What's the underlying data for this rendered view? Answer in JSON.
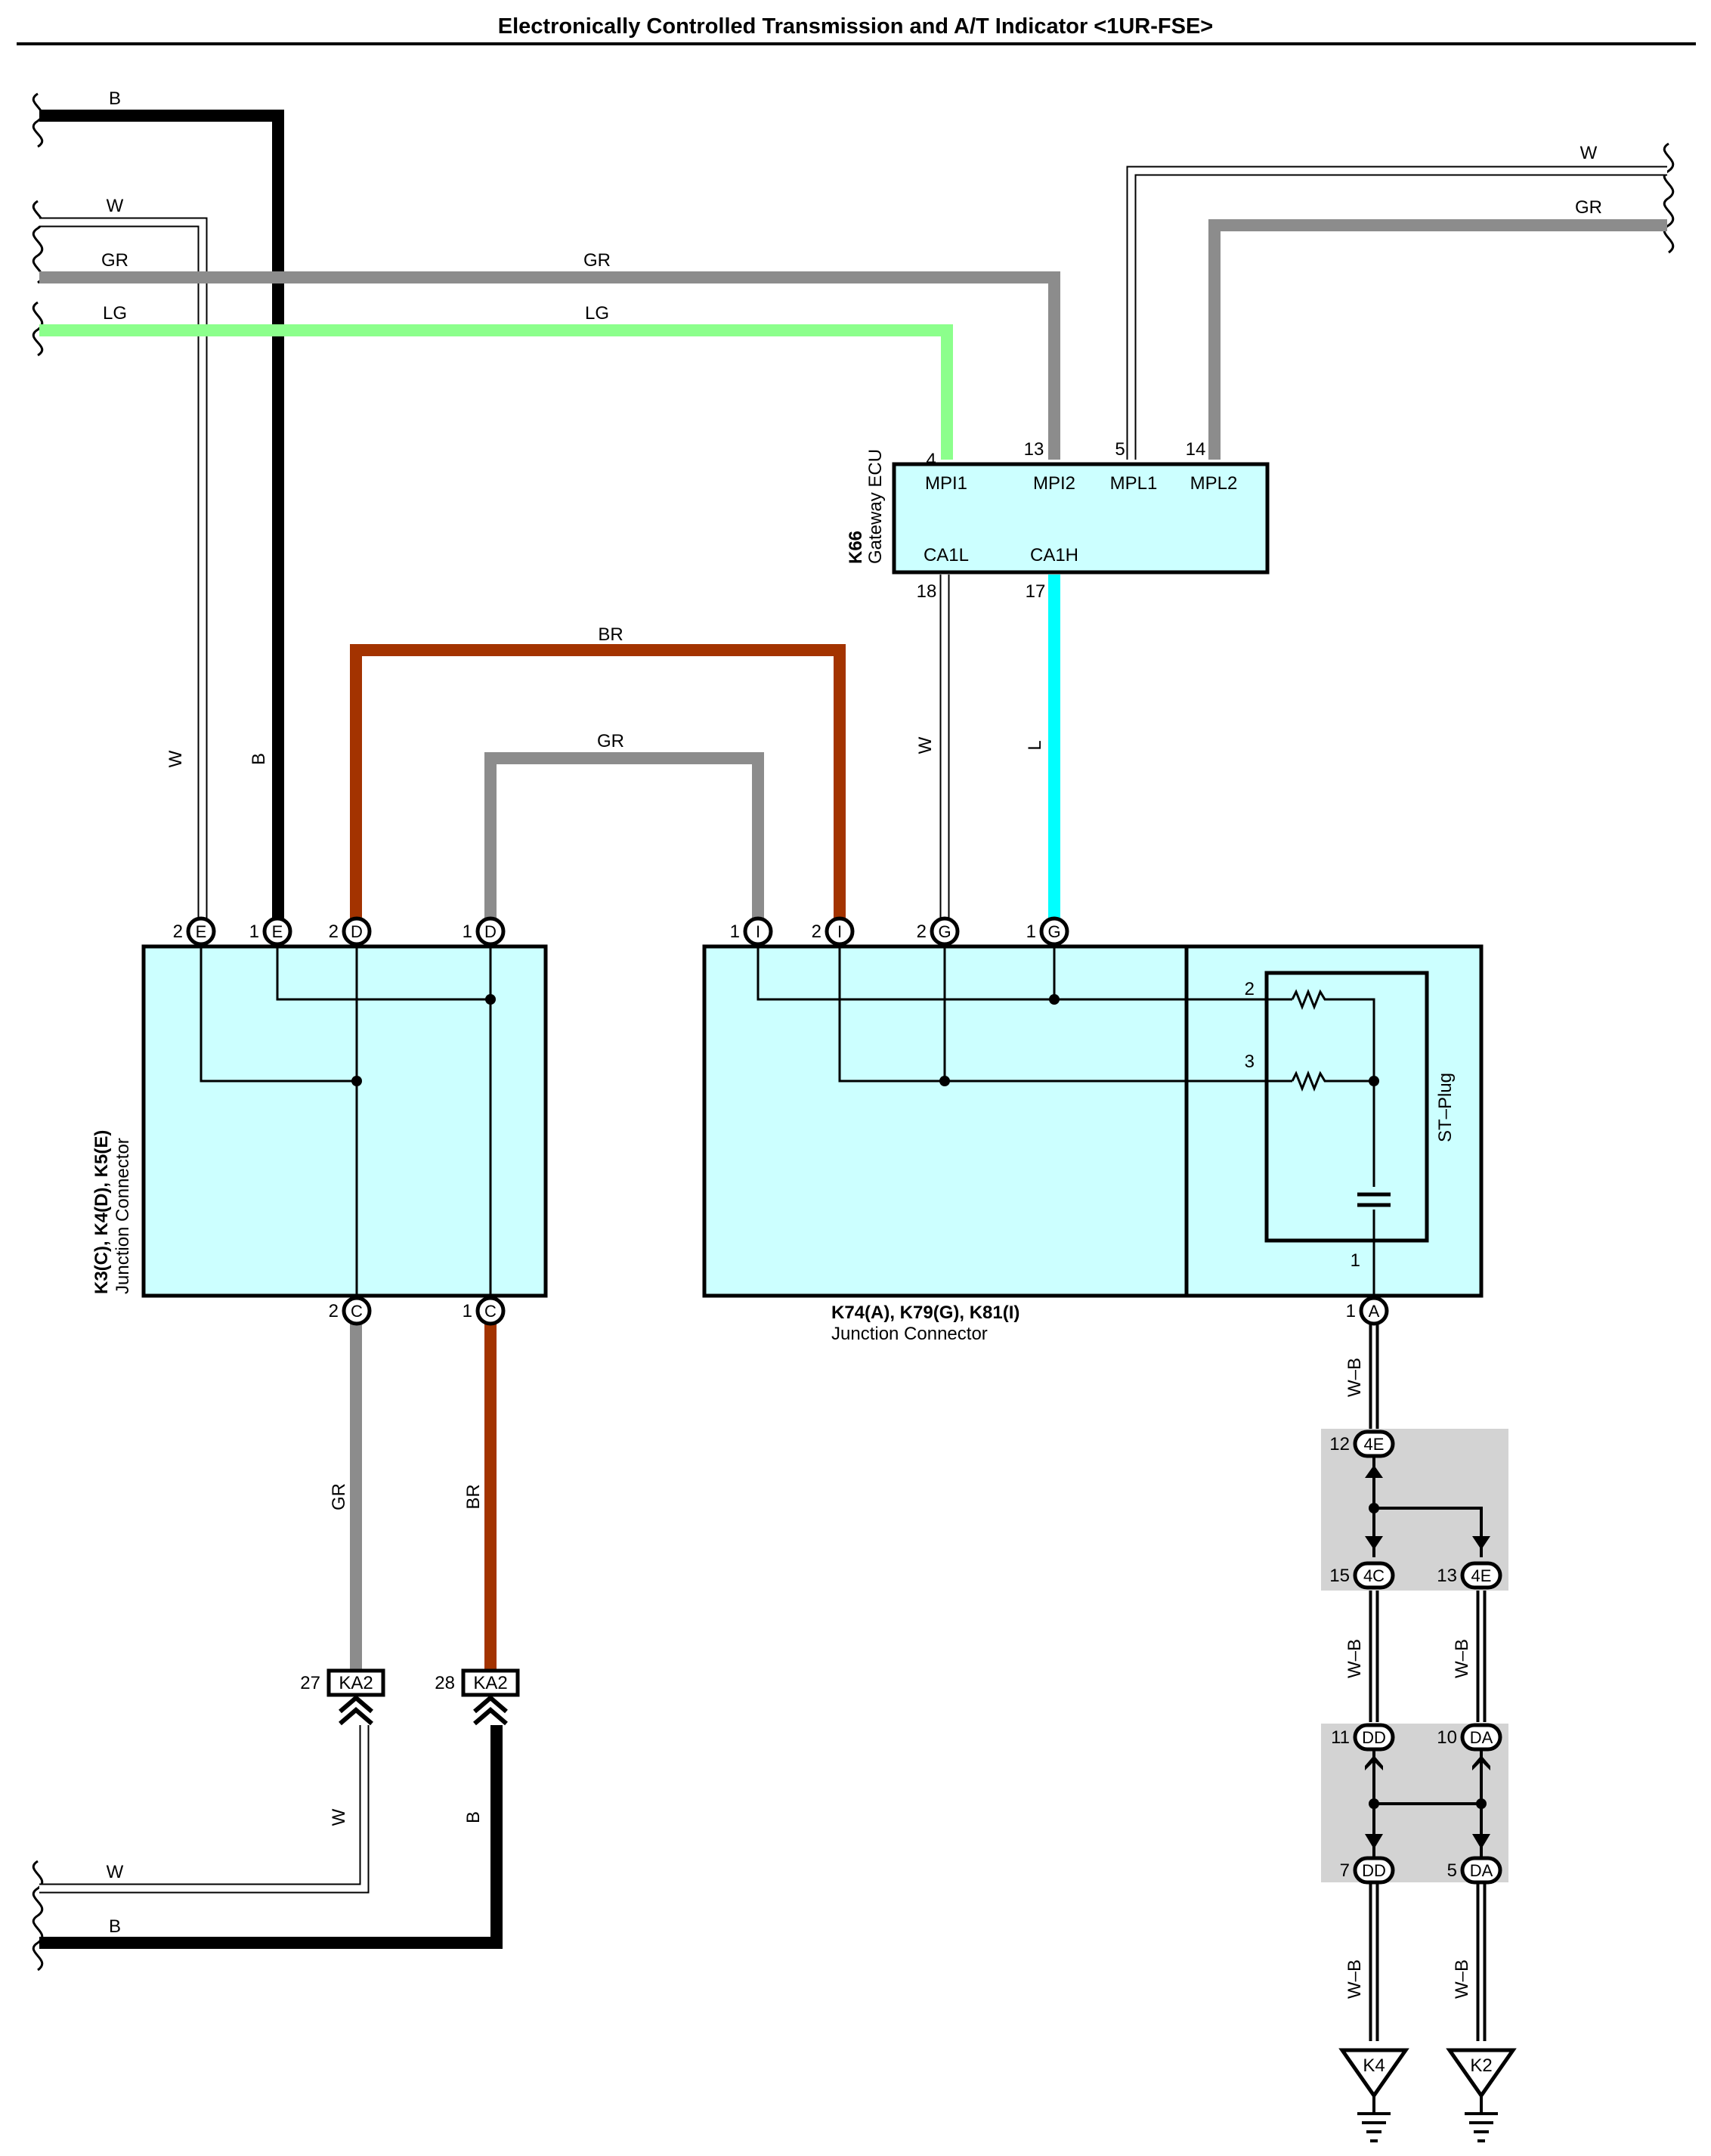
{
  "title": "Electronically Controlled Transmission and A/T Indicator <1UR-FSE>",
  "colors": {
    "B": "#000000",
    "W": "#ffffff",
    "GR": "#8c8c8c",
    "LG": "#8cff8c",
    "BR": "#a33300",
    "L": "#00ffff",
    "component_fill": "#ccffff",
    "splice_fill": "#d3d3d3"
  },
  "wire_labels": {
    "top_left_b": "B",
    "top_left_w": "W",
    "top_left_gr": "GR",
    "top_left_lg": "LG",
    "top_mid_gr": "GR",
    "top_mid_lg": "LG",
    "top_right_w": "W",
    "top_right_gr": "GR",
    "left_vert_w": "W",
    "left_vert_b": "B",
    "mid_br": "BR",
    "mid_gr": "GR",
    "gateway_w": "W",
    "gateway_l": "L",
    "lower_gr": "GR",
    "lower_br": "BR",
    "lower_w": "W",
    "lower_b": "B",
    "bottom_w": "W",
    "bottom_b": "B",
    "wb_a": "W–B",
    "wb_b": "W–B",
    "wb_c": "W–B",
    "wb_d": "W–B",
    "wb_e": "W–B"
  },
  "gateway": {
    "id": "K66",
    "name": "Gateway ECU",
    "terminals": [
      {
        "pin": "4",
        "name": "MPI1"
      },
      {
        "pin": "13",
        "name": "MPI2"
      },
      {
        "pin": "5",
        "name": "MPL1"
      },
      {
        "pin": "14",
        "name": "MPL2"
      },
      {
        "pin": "18",
        "name": "CA1L"
      },
      {
        "pin": "17",
        "name": "CA1H"
      }
    ]
  },
  "jc_left": {
    "id": "K3(C), K4(D), K5(E)",
    "name": "Junction Connector",
    "top_pins": [
      {
        "num": "2",
        "letter": "E"
      },
      {
        "num": "1",
        "letter": "E"
      },
      {
        "num": "2",
        "letter": "D"
      },
      {
        "num": "1",
        "letter": "D"
      }
    ],
    "bottom_pins": [
      {
        "num": "2",
        "letter": "C"
      },
      {
        "num": "1",
        "letter": "C"
      }
    ]
  },
  "jc_right": {
    "id": "K74(A), K79(G), K81(I)",
    "name": "Junction Connector",
    "top_pins": [
      {
        "num": "1",
        "letter": "I"
      },
      {
        "num": "2",
        "letter": "I"
      },
      {
        "num": "2",
        "letter": "G"
      },
      {
        "num": "1",
        "letter": "G"
      }
    ],
    "bottom_pin": {
      "num": "1",
      "letter": "A"
    },
    "st_plug": {
      "label": "ST–Plug",
      "pins": [
        "2",
        "3",
        "1"
      ]
    }
  },
  "ka2": [
    {
      "pin": "27",
      "code": "KA2"
    },
    {
      "pin": "28",
      "code": "KA2"
    }
  ],
  "splices": {
    "upper": [
      {
        "pin": "12",
        "code": "4E"
      },
      {
        "pin": "15",
        "code": "4C"
      },
      {
        "pin": "13",
        "code": "4E"
      }
    ],
    "lower": [
      {
        "pin": "11",
        "code": "DD"
      },
      {
        "pin": "10",
        "code": "DA"
      },
      {
        "pin": "7",
        "code": "DD"
      },
      {
        "pin": "5",
        "code": "DA"
      }
    ]
  },
  "grounds": [
    "K4",
    "K2"
  ]
}
